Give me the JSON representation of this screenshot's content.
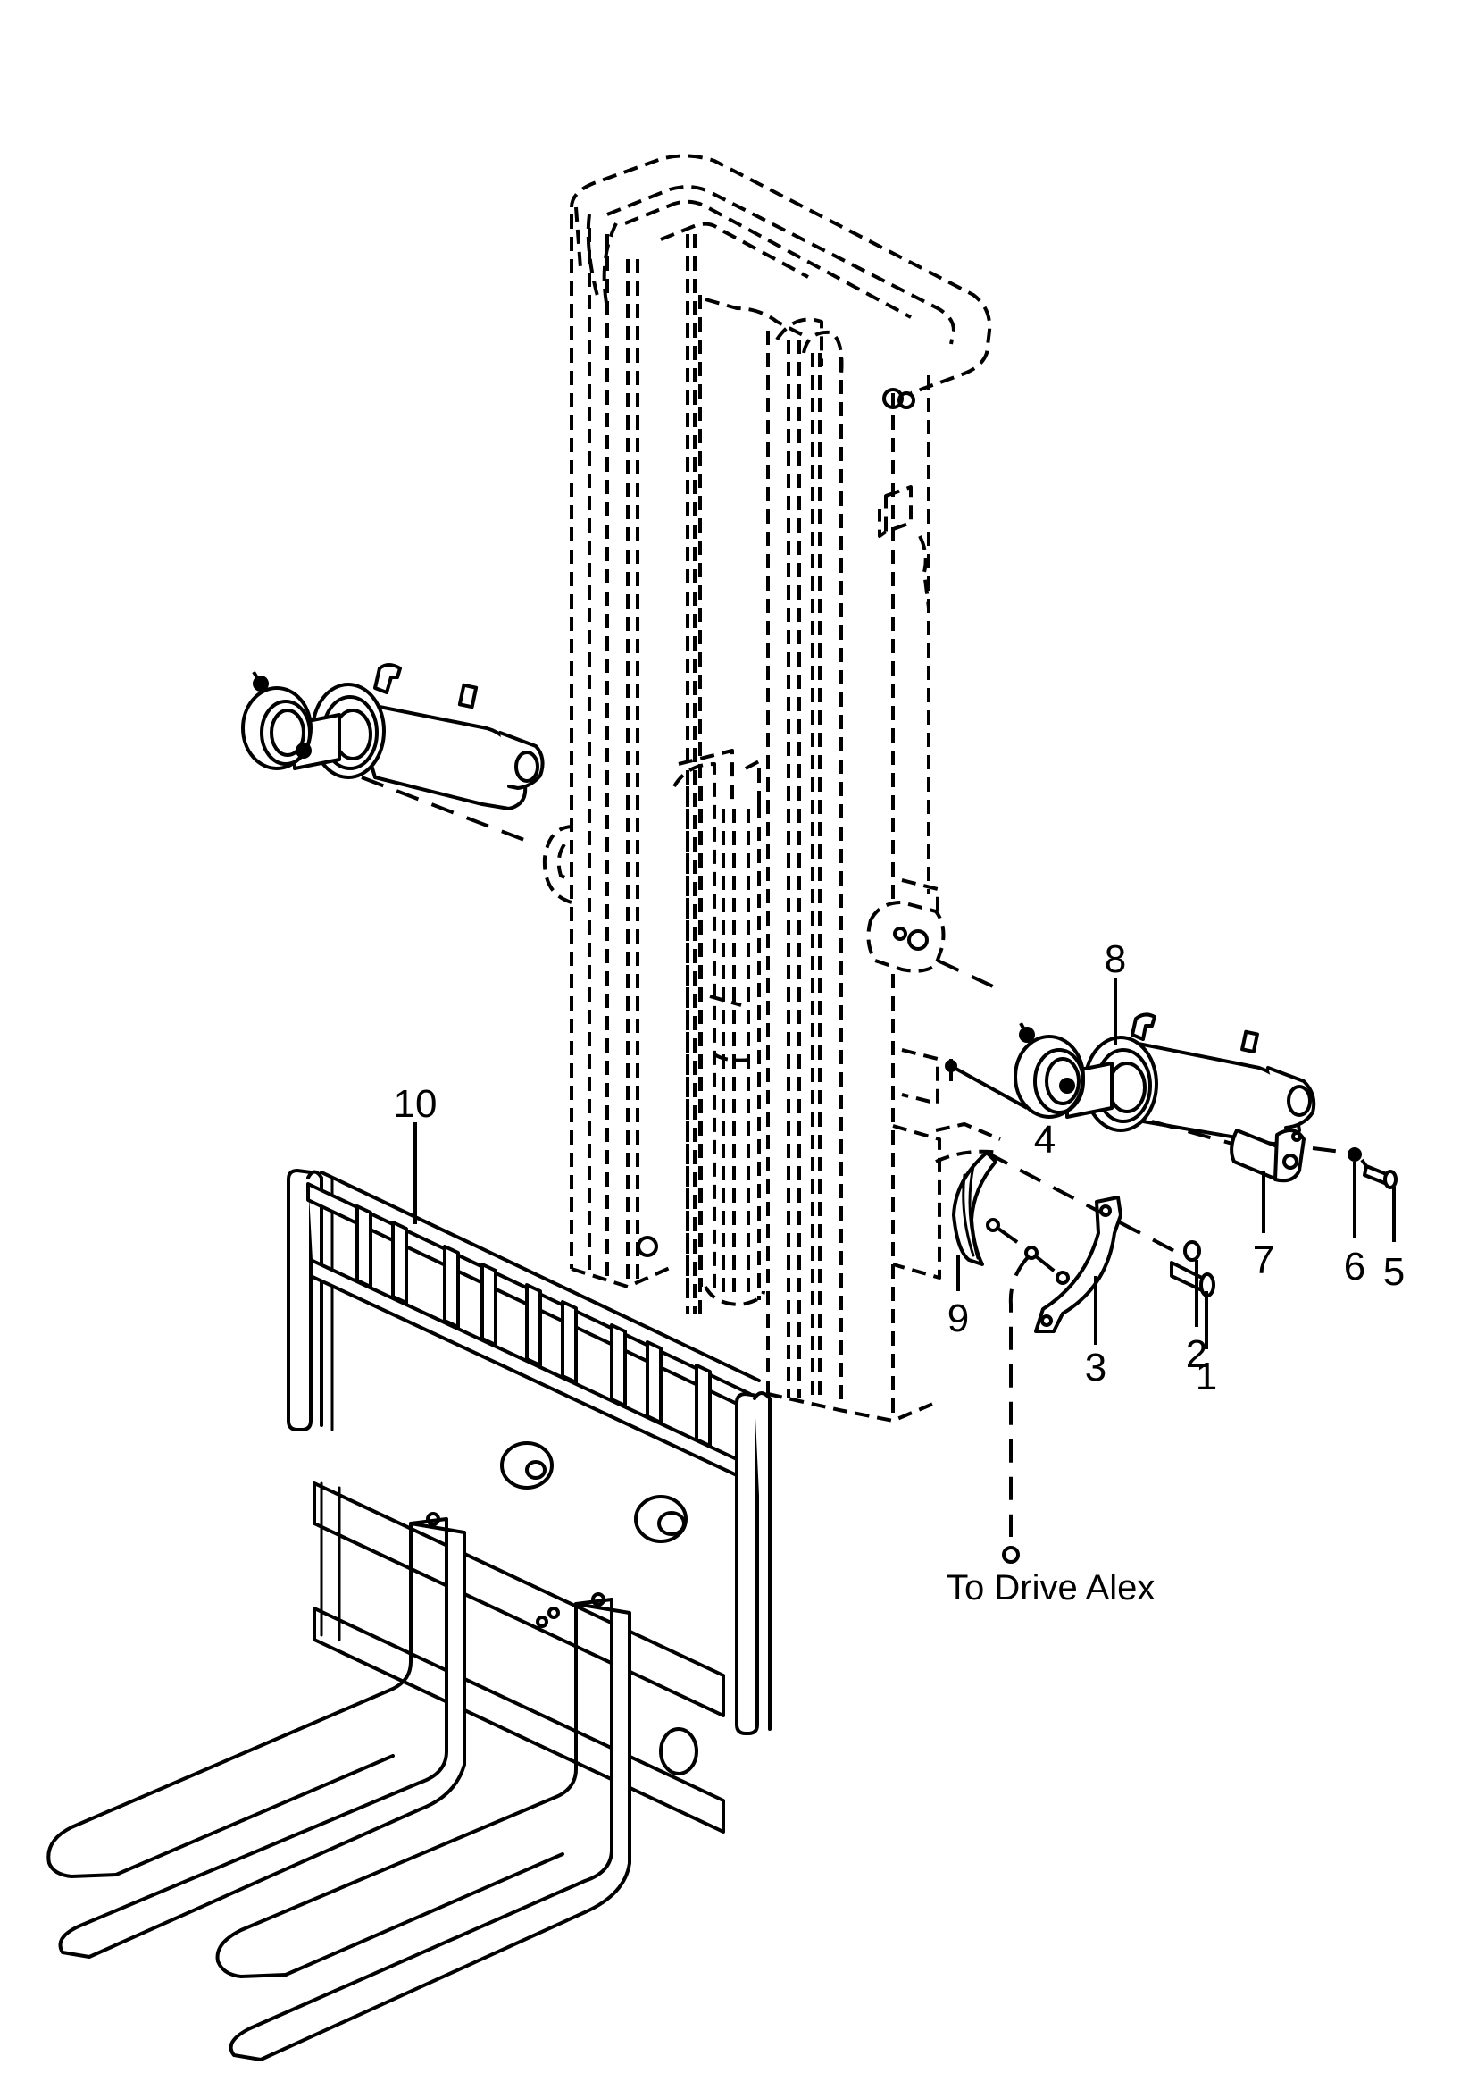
{
  "diagram": {
    "title": "Mast tilt cylinder mounting - exploded parts view",
    "callouts": [
      {
        "id": "1",
        "label": "1",
        "part": "bolt"
      },
      {
        "id": "2",
        "label": "2",
        "part": "washer"
      },
      {
        "id": "3",
        "label": "3",
        "part": "clamp cap"
      },
      {
        "id": "4",
        "label": "4",
        "part": "grease fitting"
      },
      {
        "id": "5",
        "label": "5",
        "part": "bolt"
      },
      {
        "id": "6",
        "label": "6",
        "part": "lock washer"
      },
      {
        "id": "7",
        "label": "7",
        "part": "pin"
      },
      {
        "id": "8",
        "label": "8",
        "part": "tilt cylinder"
      },
      {
        "id": "9",
        "label": "9",
        "part": "bushing"
      },
      {
        "id": "10",
        "label": "10",
        "part": "fork carriage"
      }
    ],
    "note": "To Drive Alex",
    "components": {
      "mast": "mast-assembly (dashed, reference)",
      "left_cylinder": "tilt cylinder (left)",
      "right_cylinder": "tilt cylinder (right)",
      "carriage": "fork carriage with forks"
    }
  }
}
